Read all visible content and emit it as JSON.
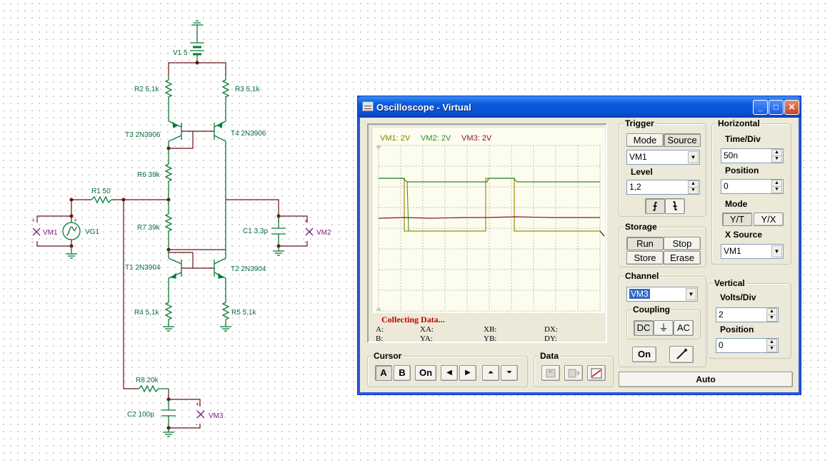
{
  "schematic": {
    "labels": {
      "v1": "V1 5",
      "r2": "R2 5,1k",
      "r3": "R3 5,1k",
      "t3": "T3 2N3906",
      "t4": "T4 2N3906",
      "r6": "R6 39k",
      "r1": "R1 50",
      "r7": "R7 39k",
      "c1": "C1 3,3p",
      "vg1": "VG1",
      "t1": "T1 2N3904",
      "t2": "T2 2N3904",
      "r4": "R4 5,1k",
      "r5": "R5 5,1k",
      "r8": "R8 20k",
      "c2": "C2 100p"
    },
    "meters": {
      "vm1": "VM1",
      "vm2": "VM2",
      "vm3": "VM3"
    },
    "colors": {
      "wire": "#6a1010",
      "component": "#0b7a3a",
      "meter": "#7a1f7a"
    }
  },
  "window": {
    "title": "Oscilloscope - Virtual",
    "buttons": {
      "minimize": "_",
      "maximize": "□",
      "close": "✕"
    }
  },
  "screen": {
    "channel_labels": {
      "vm1": "VM1: 2V",
      "vm2": "VM2: 2V",
      "vm3": "VM3: 2V"
    },
    "status": "Collecting Data...",
    "readouts": {
      "a": "A:",
      "b": "B:",
      "xa": "XA:",
      "ya": "YA:",
      "xb": "XB:",
      "yb": "YB:",
      "dx": "DX:",
      "dy": "DY:"
    },
    "colors": {
      "vm1": "#8a7a00",
      "vm2": "#2a8a2a",
      "vm3": "#8a1030",
      "grid": "#bdbdbd"
    }
  },
  "cursor": {
    "title": "Cursor",
    "a": "A",
    "b": "B",
    "on": "On",
    "left": "◀",
    "right": "▶",
    "up": "⏶",
    "down": "⏷"
  },
  "data_group": {
    "title": "Data"
  },
  "trigger": {
    "title": "Trigger",
    "mode": "Mode",
    "source": "Source",
    "source_value": "VM1",
    "level_label": "Level",
    "level_value": "1,2",
    "rising": "⨍",
    "falling": "⨍"
  },
  "horizontal": {
    "title": "Horizontal",
    "time_div_label": "Time/Div",
    "time_div_value": "50n",
    "position_label": "Position",
    "position_value": "0",
    "mode_label": "Mode",
    "yt": "Y/T",
    "yx": "Y/X",
    "xsource_label": "X Source",
    "xsource_value": "VM1"
  },
  "storage": {
    "title": "Storage",
    "run": "Run",
    "stop": "Stop",
    "store": "Store",
    "erase": "Erase"
  },
  "channel": {
    "title": "Channel",
    "selected": "VM3",
    "coupling_label": "Coupling",
    "dc": "DC",
    "gnd": "⏚",
    "ac": "AC",
    "on": "On"
  },
  "vertical": {
    "title": "Vertical",
    "volts_div_label": "Volts/Div",
    "volts_div_value": "2",
    "position_label": "Position",
    "position_value": "0"
  },
  "auto_label": "Auto"
}
